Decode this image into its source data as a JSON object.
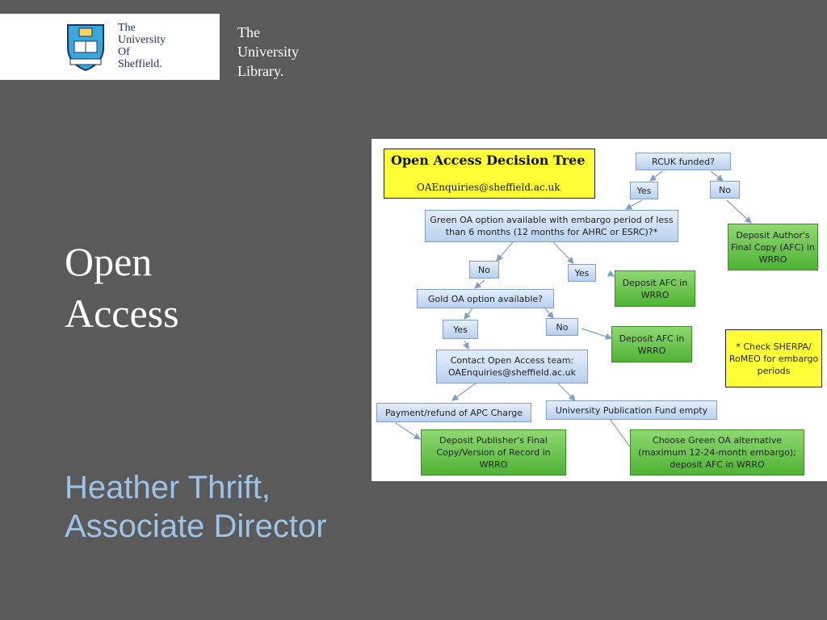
{
  "logo": {
    "crest": "university-crest",
    "lines": [
      "The",
      "University",
      "Of",
      "Sheffield."
    ]
  },
  "library": {
    "lines": [
      "The",
      "University",
      "Library."
    ]
  },
  "title": {
    "lines": [
      "Open",
      "Access"
    ]
  },
  "author": {
    "lines": [
      "Heather Thrift,",
      "Associate Director"
    ]
  },
  "diagram": {
    "title": "Open Access Decision Tree",
    "email": "OAEnquiries@sheffield.ac.uk",
    "nodes": {
      "rcuk": "RCUK funded?",
      "rcuk_yes": "Yes",
      "rcuk_no": "No",
      "green_q": "Green OA option available with embargo period of less than 6 months (12 months for AHRC or ESRC)?*",
      "deposit_afc_final": "Deposit Author's Final Copy (AFC) in WRRO",
      "green_no": "No",
      "green_yes": "Yes",
      "deposit_afc_1": "Deposit AFC in WRRO",
      "gold_q": "Gold OA option available?",
      "gold_yes": "Yes",
      "gold_no": "No",
      "deposit_afc_2": "Deposit AFC in WRRO",
      "note": "* Check SHERPA/ RoMEO for embargo periods",
      "contact": "Contact Open Access team: OAEnquiries@sheffield.ac.uk",
      "payment": "Payment/refund of APC Charge",
      "fund_empty": "University Publication Fund empty",
      "deposit_publisher": "Deposit Publisher's Final Copy/Version of Record in WRRO",
      "choose_green": "Choose Green OA alternative (maximum 12-24-month embargo); deposit AFC in WRRO"
    }
  },
  "colors": {
    "background": "#5a5a5a",
    "author_text": "#9dc3e6",
    "highlight_yellow": "#ffff38",
    "decision_green": "#4fb335",
    "question_blue": "#b9d1ee"
  }
}
